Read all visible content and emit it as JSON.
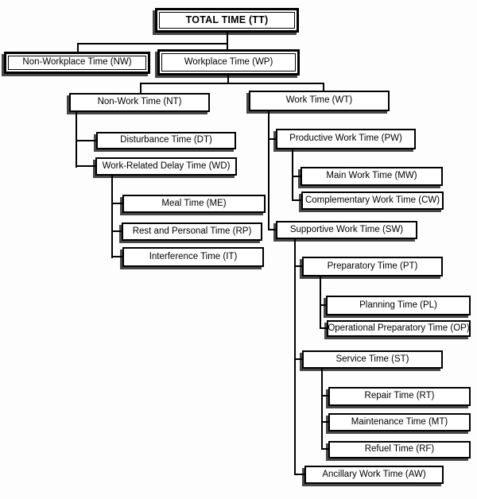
{
  "nodes": {
    "tt": {
      "label": "TOTAL TIME (TT)",
      "abbr": "TT"
    },
    "nw": {
      "label": "Non-Workplace Time (NW)",
      "abbr": "NW"
    },
    "wp": {
      "label": "Workplace Time (WP)",
      "abbr": "WP"
    },
    "nt": {
      "label": "Non-Work Time (NT)",
      "abbr": "NT"
    },
    "wt": {
      "label": "Work Time (WT)",
      "abbr": "WT"
    },
    "dt": {
      "label": "Disturbance Time (DT)",
      "abbr": "DT"
    },
    "wd": {
      "label": "Work-Related Delay Time (WD)",
      "abbr": "WD"
    },
    "me": {
      "label": "Meal Time (ME)",
      "abbr": "ME"
    },
    "rp": {
      "label": "Rest and Personal Time (RP)",
      "abbr": "RP"
    },
    "it": {
      "label": "Interference Time (IT)",
      "abbr": "IT"
    },
    "pw": {
      "label": "Productive Work Time (PW)",
      "abbr": "PW"
    },
    "mw": {
      "label": "Main Work Time (MW)",
      "abbr": "MW"
    },
    "cw": {
      "label": "Complementary Work Time (CW)",
      "abbr": "CW"
    },
    "sw": {
      "label": "Supportive Work Time (SW)",
      "abbr": "SW"
    },
    "pt": {
      "label": "Preparatory Time (PT)",
      "abbr": "PT"
    },
    "pl": {
      "label": "Planning Time (PL)",
      "abbr": "PL"
    },
    "op": {
      "label": "Operational Preparatory Time (OP)",
      "abbr": "OP"
    },
    "st": {
      "label": "Service Time (ST)",
      "abbr": "ST"
    },
    "rt": {
      "label": "Repair Time (RT)",
      "abbr": "RT"
    },
    "mt": {
      "label": "Maintenance Time (MT)",
      "abbr": "MT"
    },
    "rf": {
      "label": "Refuel Time (RF)",
      "abbr": "RF"
    },
    "aw": {
      "label": "Ancillary Work Time (AW)",
      "abbr": "AW"
    }
  },
  "hierarchy": {
    "TT": {
      "NW": {},
      "WP": {
        "NT": {
          "DT": {},
          "WD": {
            "ME": {},
            "RP": {},
            "IT": {}
          }
        },
        "WT": {
          "PW": {
            "MW": {},
            "CW": {}
          },
          "SW": {
            "PT": {
              "PL": {},
              "OP": {}
            },
            "ST": {
              "RT": {},
              "MT": {},
              "RF": {}
            },
            "AW": {}
          }
        }
      }
    }
  },
  "colors": {
    "box_border": "#000000",
    "box_fill": "#ffffff",
    "box_shadow": "#2d2d2d",
    "connector": "#000000",
    "background": "#fdfdfd"
  }
}
